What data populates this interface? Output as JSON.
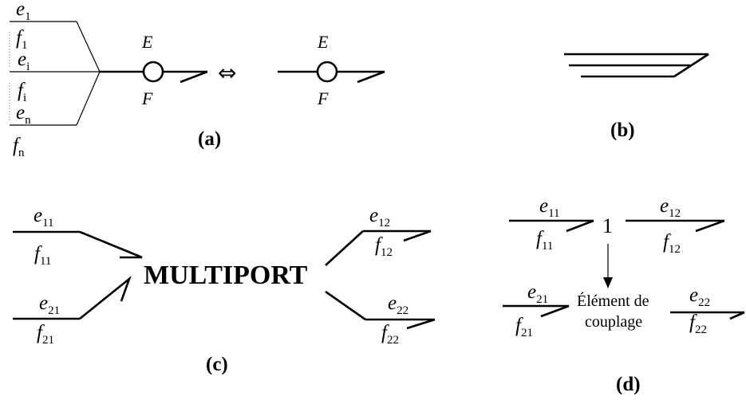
{
  "panel_a": {
    "caption": "(a)",
    "efforts": [
      {
        "base": "e",
        "sub": "1"
      },
      {
        "base": "e",
        "sub": "i"
      },
      {
        "base": "e",
        "sub": "n"
      }
    ],
    "flows": [
      {
        "base": "f",
        "sub": "1"
      },
      {
        "base": "f",
        "sub": "i"
      },
      {
        "base": "f",
        "sub": "n"
      }
    ],
    "source_effort": "E",
    "source_flow": "F",
    "equiv_symbol": "⇔",
    "rhs_effort": "E",
    "rhs_flow": "F"
  },
  "panel_b": {
    "caption": "(b)"
  },
  "panel_c": {
    "caption": "(c)",
    "center_label": "MULTIPORT",
    "e11": {
      "base": "e",
      "sub": "11"
    },
    "f11": {
      "base": "f",
      "sub": "11"
    },
    "e21": {
      "base": "e",
      "sub": "21"
    },
    "f21": {
      "base": "f",
      "sub": "21"
    },
    "e12": {
      "base": "e",
      "sub": "12"
    },
    "f12": {
      "base": "f",
      "sub": "12"
    },
    "e22": {
      "base": "e",
      "sub": "22"
    },
    "f22": {
      "base": "f",
      "sub": "22"
    }
  },
  "panel_d": {
    "caption": "(d)",
    "junction_label": "1",
    "coupling_line1": "Élément de",
    "coupling_line2": "couplage",
    "e11": {
      "base": "e",
      "sub": "11"
    },
    "f11": {
      "base": "f",
      "sub": "11"
    },
    "e12": {
      "base": "e",
      "sub": "12"
    },
    "f12": {
      "base": "f",
      "sub": "12"
    },
    "e21": {
      "base": "e",
      "sub": "21"
    },
    "f21": {
      "base": "f",
      "sub": "21"
    },
    "e22": {
      "base": "e",
      "sub": "22"
    },
    "f22": {
      "base": "f",
      "sub": "22"
    }
  }
}
